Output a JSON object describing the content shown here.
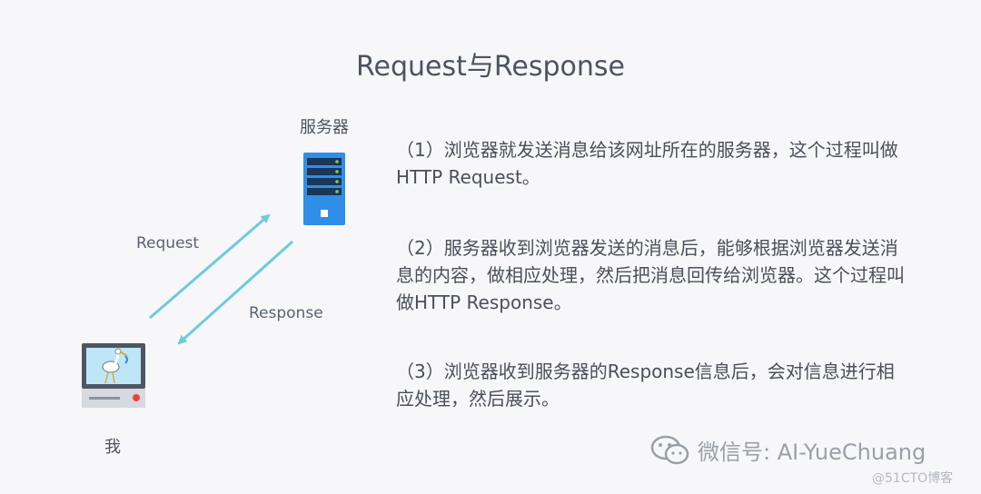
{
  "title": "Request与Response",
  "nodes": {
    "server_label": "服务器",
    "client_label": "我"
  },
  "edges": {
    "request_label": "Request",
    "response_label": "Response"
  },
  "paragraphs": [
    "（1）浏览器就发送消息给该网址所在的服务器，这个过程叫做HTTP Request。",
    "（2）服务器收到浏览器发送的消息后，能够根据浏览器发送消息的内容，做相应处理，然后把消息回传给浏览器。这个过程叫做HTTP Response。",
    "（3）浏览器收到服务器的Response信息后，会对信息进行相应处理，然后展示。"
  ],
  "watermark": {
    "text": "微信号: AI-YueChuang",
    "icon": "wechat-icon"
  },
  "footer_mark": "@51CTO博客",
  "colors": {
    "arrow": "#6ccbdc",
    "server_blue": "#2f8fe8",
    "server_slot": "#1a3658",
    "led_green": "#7fd04d",
    "monitor_frame": "#4d5664",
    "screen_bg": "#bfe6f6",
    "base_gray": "#d6d9de",
    "power_red": "#e84545"
  }
}
